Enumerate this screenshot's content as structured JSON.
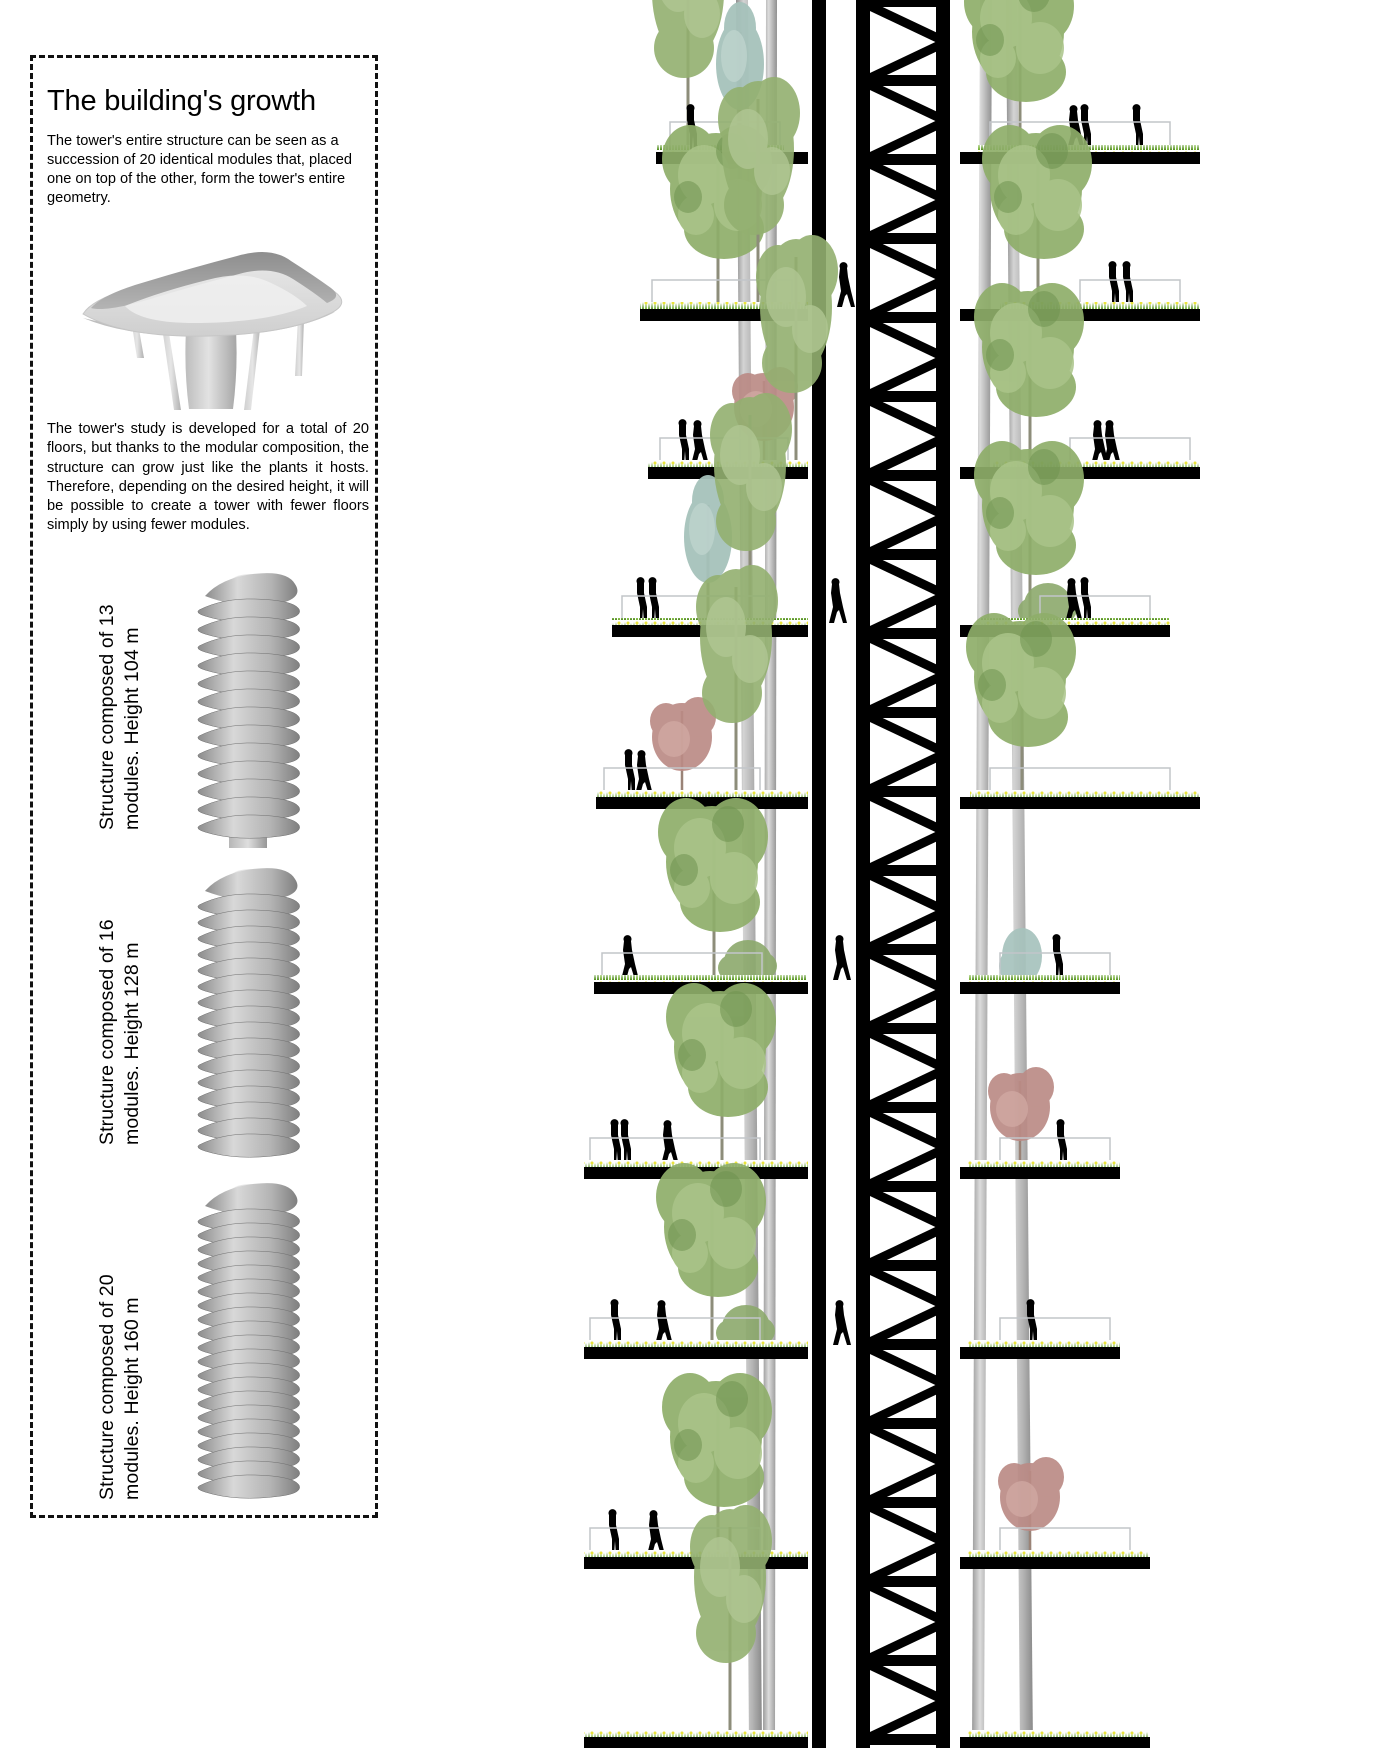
{
  "panel": {
    "title": "The building's growth",
    "intro_paragraph": "The tower's entire structure can be seen as a succession of 20 identical modules that, placed one on top of the other, form the tower's entire geometry.",
    "body_paragraph": "The tower's study is developed for a total of 20 floors, but thanks to the modular composition, the structure can grow just like the plants it hosts. Therefore, depending on the desired height, it will be possible to create a tower with fewer floors simply by using fewer modules.",
    "module_render_name": "single-module-3d-render",
    "variants": [
      {
        "label": "Structure composed of 13\nmodules. Height 104 m",
        "modules": 13,
        "height_m": 104,
        "render_name": "tower-13-modules-render"
      },
      {
        "label": "Structure composed of 16\nmodules. Height 128 m",
        "modules": 16,
        "height_m": 128,
        "render_name": "tower-16-modules-render"
      },
      {
        "label": "Structure composed of 20\nmodules. Height 160 m",
        "modules": 20,
        "height_m": 160,
        "render_name": "tower-20-modules-render"
      }
    ]
  },
  "section": {
    "name": "tower-building-section",
    "description": "Vertical section through the tower showing stacked planted floor slabs, trees, human figures, structural columns and a central circulation core with stairs.",
    "floor_count": 11,
    "colors": {
      "slab": "#000000",
      "grass": "#5a9a1e",
      "grass_flowers": "#e8e23a",
      "column": "#a8a8a8",
      "railing": "#b9bcc0",
      "tree_green": "#86a668",
      "tree_light_green": "#a9c184",
      "tree_blue_green": "#a9c4bd",
      "tree_red": "#b98a86",
      "figure": "#000000"
    }
  },
  "colors": {
    "background": "#ffffff",
    "border": "#111111",
    "text": "#000000",
    "render_grey": "#9d9d9d"
  }
}
